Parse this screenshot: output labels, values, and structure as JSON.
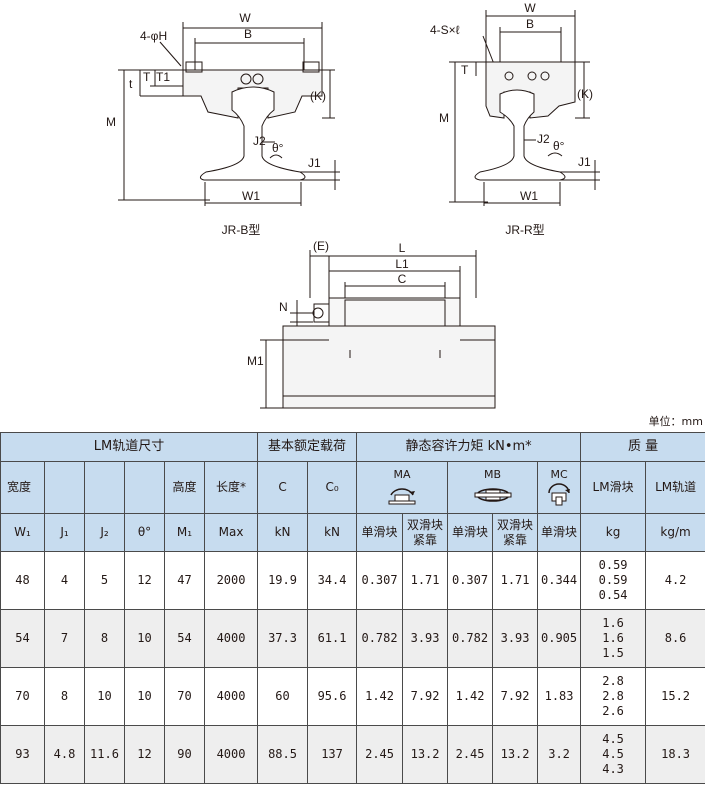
{
  "drawings": {
    "view1": {
      "caption": "JR-B型",
      "labels": {
        "W": "W",
        "B": "B",
        "H": "4-φH",
        "T": "T",
        "T1": "T1",
        "t": "t",
        "K": "(K)",
        "M": "M",
        "J2": "J2",
        "theta": "θ°",
        "J1": "J1",
        "W1": "W1"
      }
    },
    "view2": {
      "caption": "JR-R型",
      "labels": {
        "W": "W",
        "B": "B",
        "S": "4-S×ℓ",
        "T": "T",
        "K": "(K)",
        "M": "M",
        "J2": "J2",
        "theta": "θ°",
        "J1": "J1",
        "W1": "W1"
      }
    },
    "view3": {
      "labels": {
        "E": "(E)",
        "L": "L",
        "L1": "L1",
        "C": "C",
        "N": "N",
        "M1": "M1"
      }
    }
  },
  "unit_note": "单位：mm",
  "table": {
    "groups": {
      "rail": "LM轨道尺寸",
      "load": "基本额定载荷",
      "moment": "静态容许力矩 kN•m*",
      "mass": "质 量"
    },
    "h2": {
      "width": "宽度",
      "height": "高度",
      "length": "长度*",
      "C": "C",
      "C0": "C₀",
      "MA": "MA",
      "MB": "MB",
      "MC": "MC",
      "block_mass": "LM滑块",
      "rail_mass": "LM轨道"
    },
    "h3": {
      "W1": "W₁",
      "J1": "J₁",
      "J2": "J₂",
      "theta": "θ°",
      "M1": "M₁",
      "max": "Max",
      "kN1": "kN",
      "kN2": "kN",
      "single": "单滑块",
      "double": "双滑块紧靠",
      "kg": "kg",
      "kgm": "kg/m"
    },
    "rows": [
      {
        "W1": "48",
        "J1": "4",
        "J2": "5",
        "theta": "12",
        "M1": "47",
        "max": "2000",
        "C": "19.9",
        "C0": "34.4",
        "MA1": "0.307",
        "MA2": "1.71",
        "MB1": "0.307",
        "MB2": "1.71",
        "MC1": "0.344",
        "block": [
          "0.59",
          "0.59",
          "0.54"
        ],
        "rail": "4.2"
      },
      {
        "W1": "54",
        "J1": "7",
        "J2": "8",
        "theta": "10",
        "M1": "54",
        "max": "4000",
        "C": "37.3",
        "C0": "61.1",
        "MA1": "0.782",
        "MA2": "3.93",
        "MB1": "0.782",
        "MB2": "3.93",
        "MC1": "0.905",
        "block": [
          "1.6",
          "1.6",
          "1.5"
        ],
        "rail": "8.6"
      },
      {
        "W1": "70",
        "J1": "8",
        "J2": "10",
        "theta": "10",
        "M1": "70",
        "max": "4000",
        "C": "60",
        "C0": "95.6",
        "MA1": "1.42",
        "MA2": "7.92",
        "MB1": "1.42",
        "MB2": "7.92",
        "MC1": "1.83",
        "block": [
          "2.8",
          "2.8",
          "2.6"
        ],
        "rail": "15.2"
      },
      {
        "W1": "93",
        "J1": "4.8",
        "J2": "11.6",
        "theta": "12",
        "M1": "90",
        "max": "4000",
        "C": "88.5",
        "C0": "137",
        "MA1": "2.45",
        "MA2": "13.2",
        "MB1": "2.45",
        "MB2": "13.2",
        "MC1": "3.2",
        "block": [
          "4.5",
          "4.5",
          "4.3"
        ],
        "rail": "18.3"
      }
    ]
  }
}
